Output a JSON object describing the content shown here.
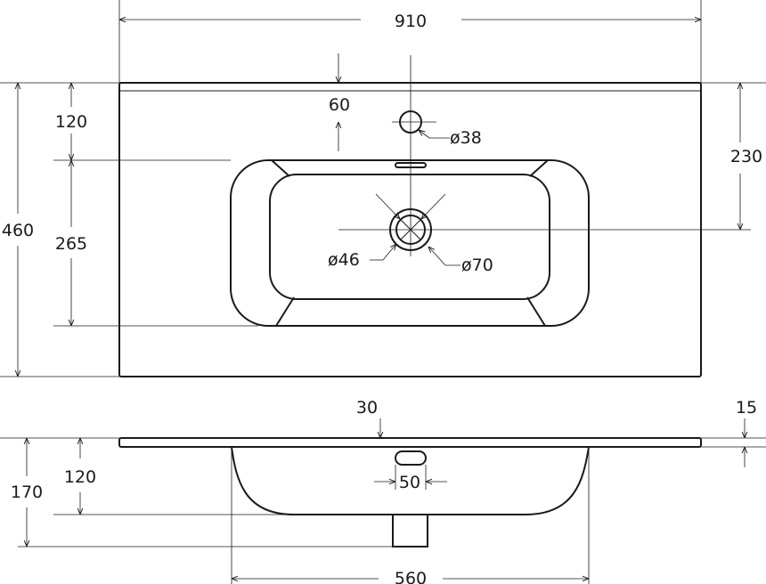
{
  "title": "Washbasin dimension drawing",
  "top_view": {
    "overall_width": "910",
    "overall_depth": "460",
    "back_to_bowl": "120",
    "bowl_depth": "265",
    "back_to_drain": "230",
    "back_to_tap_hole": "60",
    "tap_hole_diameter": "ø38",
    "drain_diameter": "ø46",
    "drain_outer_diameter": "ø70"
  },
  "side_view": {
    "top_to_overflow": "30",
    "slab_thickness": "15",
    "overall_height": "170",
    "bowl_height": "120",
    "overflow_width": "50",
    "bowl_width": "560"
  },
  "colors": {
    "line": "#1a1a1a",
    "background": "#ffffff"
  }
}
